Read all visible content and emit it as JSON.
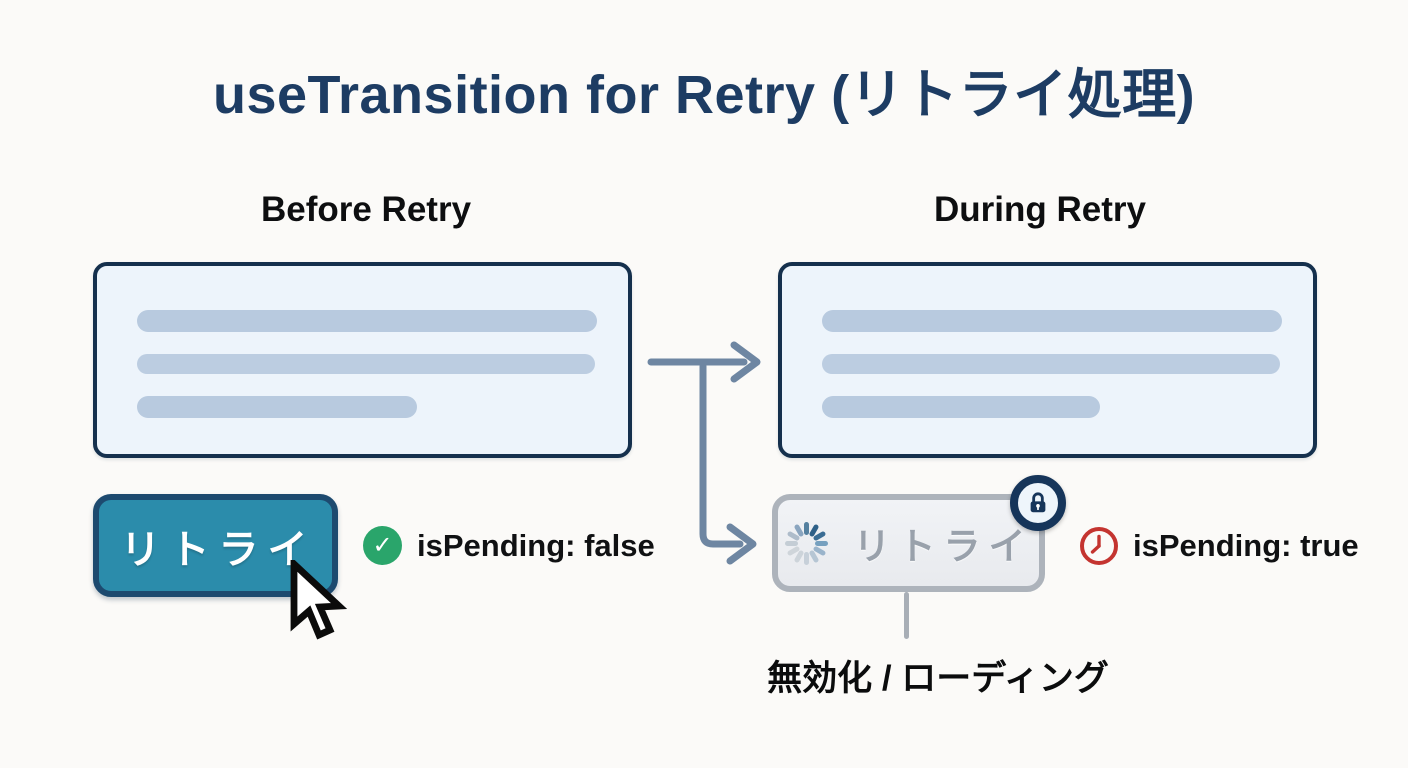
{
  "title": "useTransition for Retry (リトライ処理)",
  "panels": {
    "before": {
      "heading": "Before Retry",
      "retry_button_label": "リトライ",
      "status_label": "isPending: false",
      "status_icon": "check-icon",
      "skeleton_line_count": 3
    },
    "during": {
      "heading": "During Retry",
      "retry_button_label": "リトライ",
      "status_label": "isPending: true",
      "status_icon": "clock-icon",
      "badge_icon": "lock-icon",
      "button_state_icon": "spinner-icon",
      "annotation": "無効化 / ローディング",
      "skeleton_line_count": 3
    }
  },
  "glyphs": {
    "check": "✓"
  },
  "colors": {
    "background": "#fbfaf8",
    "title_text": "#1d3c63",
    "heading_text": "#0d0e10",
    "card_border": "#15304d",
    "card_fill": "#edf4fb",
    "skeleton_line": "#b8cadf",
    "primary_button_fill": "#2b8cab",
    "primary_button_border": "#1d4a6f",
    "primary_button_text": "#ffffff",
    "disabled_button_fill": "#edeff2",
    "disabled_button_border": "#adb3bb",
    "disabled_button_text": "#99a1ab",
    "arrow": "#6e86a2",
    "connector_line": "#a8aeb6",
    "success_badge": "#2aa56b",
    "pending_badge": "#c43430",
    "lock_badge": "#16355a"
  }
}
